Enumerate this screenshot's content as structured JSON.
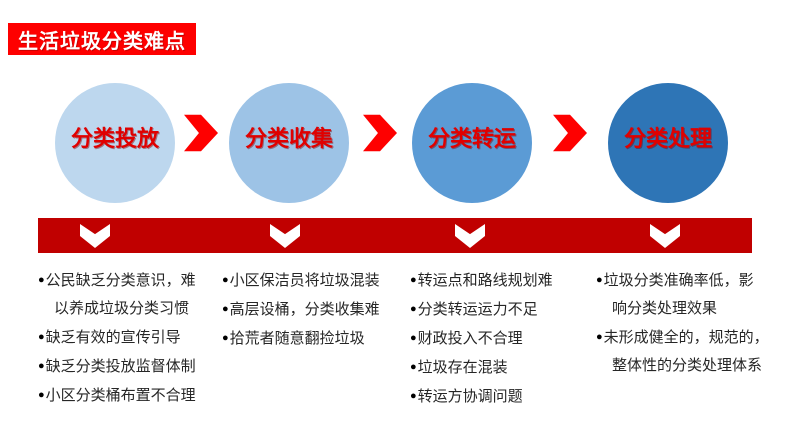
{
  "title": "生活垃圾分类难点",
  "bullet_char": "●",
  "colors": {
    "banner_red": "#fe0000",
    "arrow_red": "#fe0000",
    "bar_red": "#c00000",
    "label_red": "#e00000",
    "text_dark": "#262626"
  },
  "stages": [
    {
      "label": "分类投放",
      "circle_color": "#bdd7ee",
      "points": [
        [
          "公民缺乏分类意识，难",
          "以养成垃圾分类习惯"
        ],
        [
          "缺乏有效的宣传引导"
        ],
        [
          "缺乏分类投放监督体制"
        ],
        [
          "小区分类桶布置不合理"
        ]
      ]
    },
    {
      "label": "分类收集",
      "circle_color": "#9dc3e6",
      "points": [
        [
          "小区保洁员将垃圾混装"
        ],
        [
          "高层设桶，分类收集难"
        ],
        [
          "拾荒者随意翻捡垃圾"
        ]
      ]
    },
    {
      "label": "分类转运",
      "circle_color": "#5b9bd5",
      "points": [
        [
          "转运点和路线规划难"
        ],
        [
          "分类转运运力不足"
        ],
        [
          "财政投入不合理"
        ],
        [
          "垃圾存在混装"
        ],
        [
          "转运方协调问题"
        ]
      ]
    },
    {
      "label": "分类处理",
      "circle_color": "#2e75b6",
      "points": [
        [
          "垃圾分类准确率低，影",
          "响分类处理效果"
        ],
        [
          "未形成健全的，规范的，",
          "整体性的分类处理体系"
        ]
      ]
    }
  ]
}
